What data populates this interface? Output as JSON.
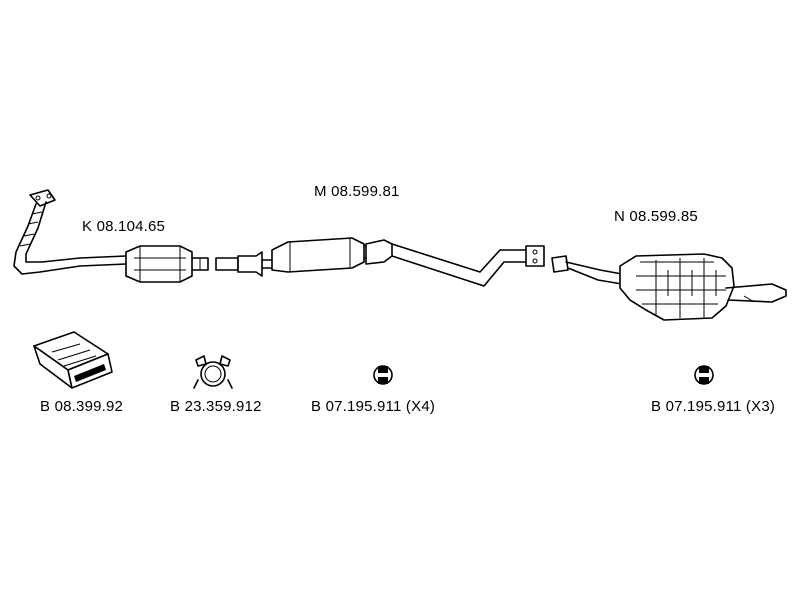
{
  "parts": {
    "front_pipe": {
      "code": "K 08.104.65"
    },
    "middle_section": {
      "code": "M 08.599.81"
    },
    "rear_muffler": {
      "code": "N 08.599.85"
    }
  },
  "fittings": {
    "mounting_kit": {
      "code": "B 08.399.92"
    },
    "clamp": {
      "code": "B 23.359.912"
    },
    "hanger_middle": {
      "code": "B 07.195.911",
      "qty": "(X4)"
    },
    "hanger_rear": {
      "code": "B 07.195.911",
      "qty": "(X3)"
    }
  }
}
